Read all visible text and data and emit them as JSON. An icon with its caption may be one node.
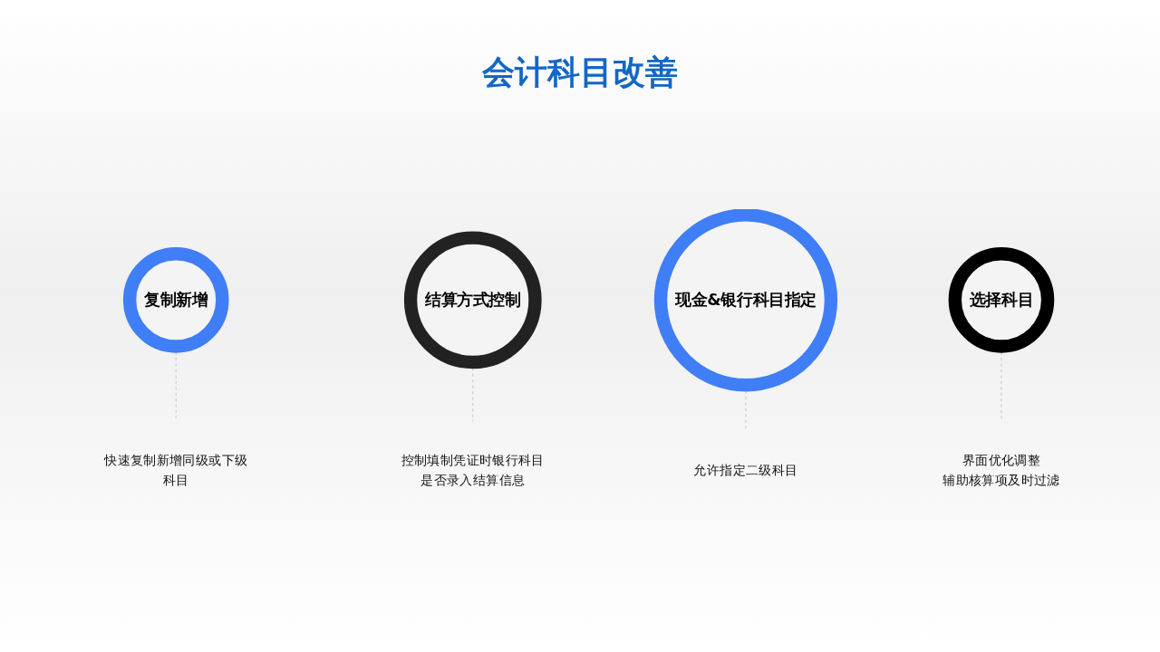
{
  "diagram": {
    "title": "会计科目改善",
    "nodes": [
      {
        "text": [
          "复制新增"
        ]
      },
      {
        "text": [
          "结算方式控制"
        ]
      },
      {
        "text": [
          "现金&银行科目指定"
        ]
      },
      {
        "text": [
          "选择科目"
        ]
      },
      {
        "text": [
          "快速复制新增同级或下级科目"
        ]
      },
      {
        "text": [
          "控制填制凭证时银行科目是否录入结算信息"
        ]
      },
      {
        "text": [
          "允许指定二级科目"
        ]
      },
      {
        "text": [
          "界面优化调整",
          "辅助核算项及时过滤"
        ]
      }
    ],
    "edges": [
      {
        "from": 0,
        "to": 4,
        "arrow": "none",
        "style": "dashed",
        "color": "#bbbbbb"
      },
      {
        "from": 1,
        "to": 5,
        "arrow": "none",
        "style": "dashed",
        "color": "#bbbbbb"
      },
      {
        "from": 2,
        "to": 6,
        "arrow": "none",
        "style": "dashed",
        "color": "#bbbbbb"
      },
      {
        "from": 3,
        "to": 7,
        "arrow": "none",
        "style": "dashed",
        "color": "#bbbbbb"
      }
    ]
  }
}
